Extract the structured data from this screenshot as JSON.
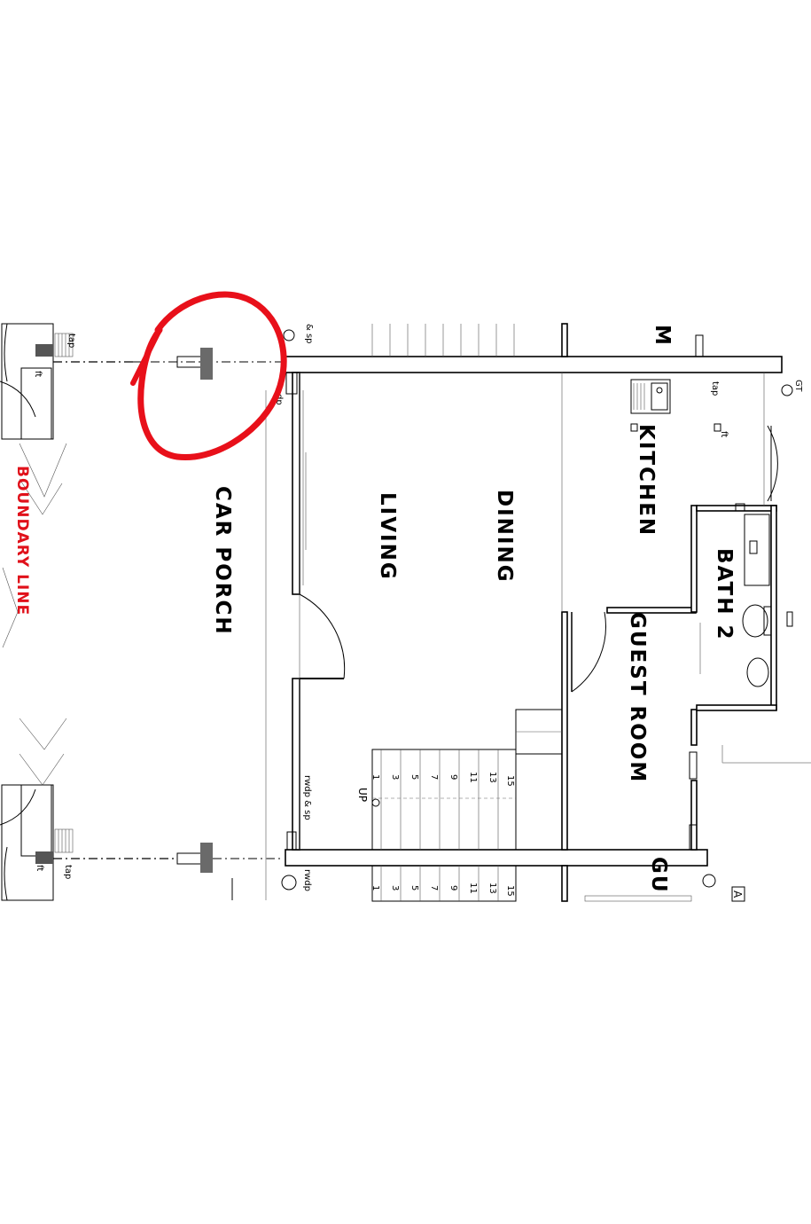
{
  "rooms": {
    "car_porch": "CAR PORCH",
    "living": "LIVING",
    "dining": "DINING",
    "kitchen": "KITCHEN",
    "bath_2": "BATH 2",
    "guest_room": "GUEST ROOM",
    "room_top_partial": "M",
    "room_bottom_partial": "GU"
  },
  "boundary": {
    "label": "BOUNDARY LINE",
    "color": "#e0101a"
  },
  "notes": {
    "tap_top": "tap",
    "ft_top": "ft",
    "tap_bottom": "tap",
    "ft_bottom": "ft",
    "sp_top": "& sp",
    "dp_top": "dp",
    "rwdp_sp": "rwdp & sp",
    "rwdp": "rwdp",
    "kitchen_tap": "tap",
    "kitchen_ft": "ft",
    "gt": "GT",
    "up": "UP",
    "edge_partial": "A"
  },
  "stairs": {
    "flight_1": [
      "1",
      "3",
      "5",
      "7",
      "9",
      "11",
      "13",
      "15"
    ],
    "flight_2": [
      "1",
      "3",
      "5",
      "7",
      "9",
      "11",
      "13",
      "15"
    ]
  },
  "annotation": {
    "shape": "hand-drawn circle",
    "color": "#e8101a"
  }
}
